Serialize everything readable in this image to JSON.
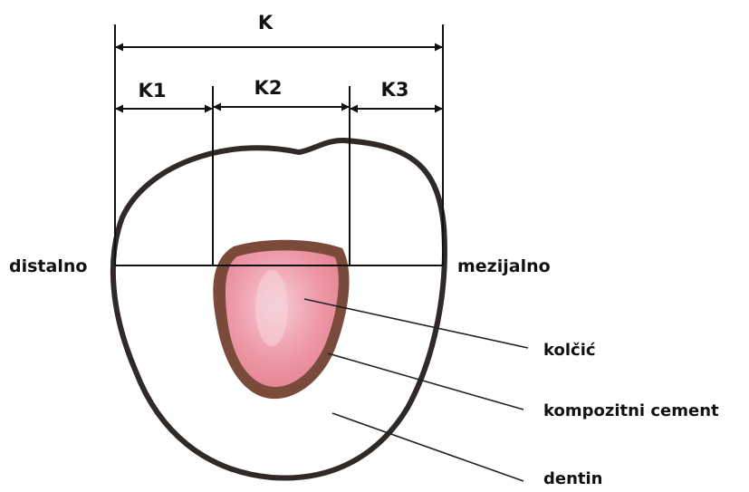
{
  "dimensions": {
    "overall": "K",
    "segment_1": "K1",
    "segment_2": "K2",
    "segment_3": "K3"
  },
  "orientation": {
    "left": "distalno",
    "right": "mezijalno"
  },
  "parts": {
    "post": "kolčić",
    "cement": "kompozitni cement",
    "dentin": "dentin"
  },
  "colors": {
    "dentin_outline": "#2f2a27",
    "cement": "#7a4a3a",
    "post": "#e98a98",
    "post_highlight": "#f4c2cc",
    "lines": "#111111"
  }
}
